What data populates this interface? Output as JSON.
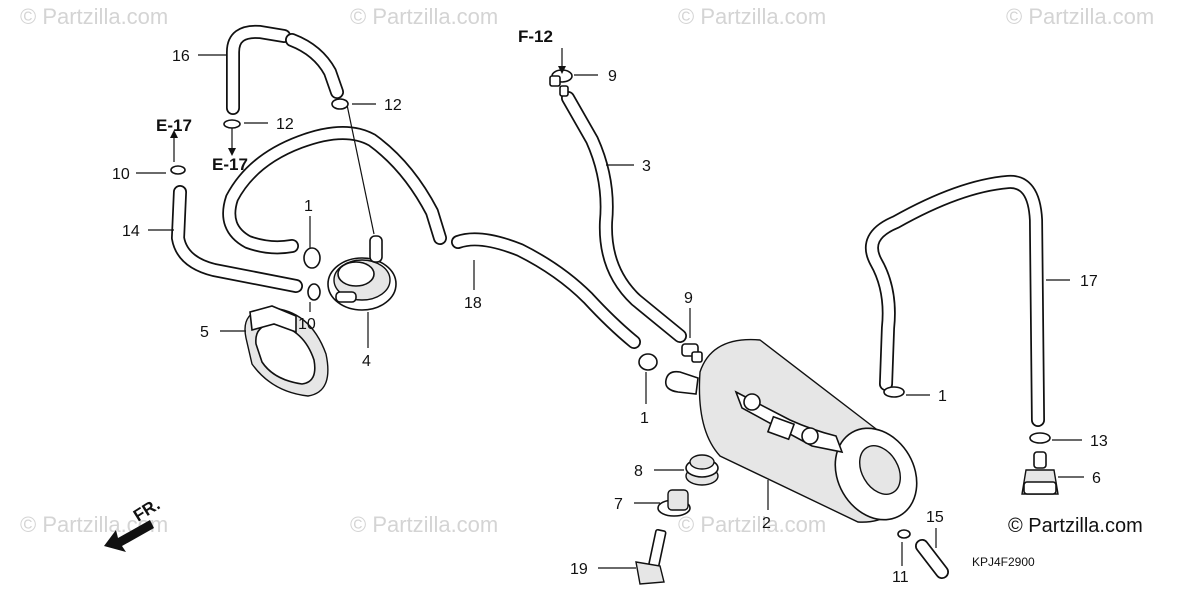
{
  "watermark": "© Partzilla.com",
  "copyright": "© Partzilla.com",
  "diagram_code": "KPJ4F2900",
  "front_marker": "FR.",
  "callouts": [
    {
      "id": "c16",
      "text": "16"
    },
    {
      "id": "c12a",
      "text": "12"
    },
    {
      "id": "c12b",
      "text": "12"
    },
    {
      "id": "c10a",
      "text": "10"
    },
    {
      "id": "c14",
      "text": "14"
    },
    {
      "id": "c1a",
      "text": "1"
    },
    {
      "id": "c10b",
      "text": "10"
    },
    {
      "id": "c5",
      "text": "5"
    },
    {
      "id": "c4",
      "text": "4"
    },
    {
      "id": "c18",
      "text": "18"
    },
    {
      "id": "c9a",
      "text": "9"
    },
    {
      "id": "c3",
      "text": "3"
    },
    {
      "id": "c9b",
      "text": "9"
    },
    {
      "id": "c1b",
      "text": "1"
    },
    {
      "id": "c8",
      "text": "8"
    },
    {
      "id": "c7",
      "text": "7"
    },
    {
      "id": "c19",
      "text": "19"
    },
    {
      "id": "c2",
      "text": "2"
    },
    {
      "id": "c15",
      "text": "15"
    },
    {
      "id": "c11",
      "text": "11"
    },
    {
      "id": "c17",
      "text": "17"
    },
    {
      "id": "c1c",
      "text": "1"
    },
    {
      "id": "c13",
      "text": "13"
    },
    {
      "id": "c6",
      "text": "6"
    }
  ],
  "references": {
    "e17_top": "E-17",
    "e17_bottom": "E-17",
    "f12": "F-12"
  }
}
